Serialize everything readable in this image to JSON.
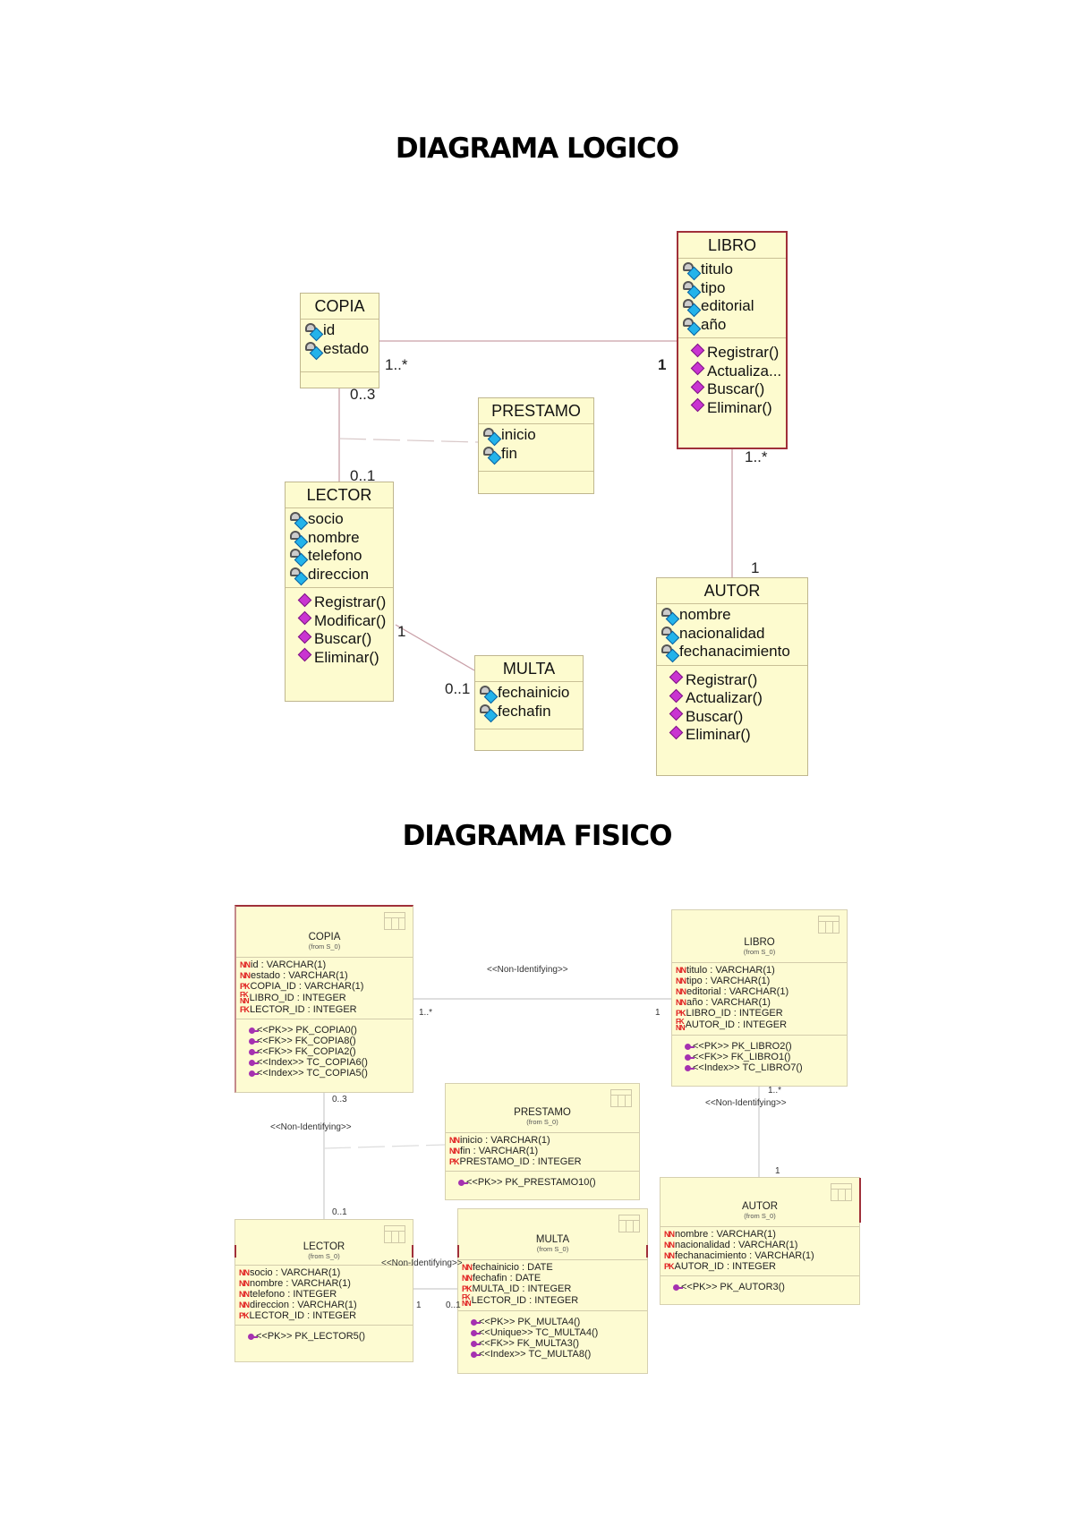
{
  "logical": {
    "title": "DIAGRAMA LOGICO",
    "classes": {
      "copia": {
        "name": "COPIA",
        "attributes": [
          "id",
          "estado"
        ],
        "operations": []
      },
      "libro": {
        "name": "LIBRO",
        "attributes": [
          "titulo",
          "tipo",
          "editorial",
          "año"
        ],
        "operations": [
          "Registrar()",
          "Actualiza...",
          "Buscar()",
          "Eliminar()"
        ]
      },
      "prestamo": {
        "name": "PRESTAMO",
        "attributes": [
          "inicio",
          "fin"
        ],
        "operations": []
      },
      "lector": {
        "name": "LECTOR",
        "attributes": [
          "socio",
          "nombre",
          "telefono",
          "direccion"
        ],
        "operations": [
          "Registrar()",
          "Modificar()",
          "Buscar()",
          "Eliminar()"
        ]
      },
      "multa": {
        "name": "MULTA",
        "attributes": [
          "fechainicio",
          "fechafin"
        ],
        "operations": []
      },
      "autor": {
        "name": "AUTOR",
        "attributes": [
          "nombre",
          "nacionalidad",
          "fechanacimiento"
        ],
        "operations": [
          "Registrar()",
          "Actualizar()",
          "Buscar()",
          "Eliminar()"
        ]
      }
    },
    "multiplicities": {
      "copia_libro_copia": "1..*",
      "copia_libro_libro": "1",
      "copia_lector_copia": "0..3",
      "copia_lector_lector": "0..1",
      "libro_autor_libro": "1..*",
      "libro_autor_autor": "1",
      "lector_multa_lector": "1",
      "lector_multa_multa": "0..1"
    }
  },
  "physical": {
    "title": "DIAGRAMA FISICO",
    "stereotype": "<<Non-Identifying>>",
    "tables": {
      "copia": {
        "name": "COPIA",
        "from": "(from S_0)",
        "columns": [
          {
            "key": "NN",
            "text": "id : VARCHAR(1)"
          },
          {
            "key": "NN",
            "text": "estado : VARCHAR(1)"
          },
          {
            "key": "PK",
            "text": "COPIA_ID : VARCHAR(1)"
          },
          {
            "key": "FK NN",
            "text": "LIBRO_ID : INTEGER"
          },
          {
            "key": "FK",
            "text": "LECTOR_ID : INTEGER"
          }
        ],
        "indexes": [
          "<<PK>> PK_COPIA0()",
          "<<FK>> FK_COPIA8()",
          "<<FK>> FK_COPIA2()",
          "<<Index>> TC_COPIA6()",
          "<<Index>> TC_COPIA5()"
        ]
      },
      "libro": {
        "name": "LIBRO",
        "from": "(from S_0)",
        "columns": [
          {
            "key": "NN",
            "text": "titulo : VARCHAR(1)"
          },
          {
            "key": "NN",
            "text": "tipo : VARCHAR(1)"
          },
          {
            "key": "NN",
            "text": "editorial : VARCHAR(1)"
          },
          {
            "key": "NN",
            "text": "año : VARCHAR(1)"
          },
          {
            "key": "PK",
            "text": "LIBRO_ID : INTEGER"
          },
          {
            "key": "FK NN",
            "text": "AUTOR_ID : INTEGER"
          }
        ],
        "indexes": [
          "<<PK>> PK_LIBRO2()",
          "<<FK>> FK_LIBRO1()",
          "<<Index>> TC_LIBRO7()"
        ]
      },
      "prestamo": {
        "name": "PRESTAMO",
        "from": "(from S_0)",
        "columns": [
          {
            "key": "NN",
            "text": "inicio : VARCHAR(1)"
          },
          {
            "key": "NN",
            "text": "fin : VARCHAR(1)"
          },
          {
            "key": "PK",
            "text": "PRESTAMO_ID : INTEGER"
          }
        ],
        "indexes": [
          "<<PK>> PK_PRESTAMO10()"
        ]
      },
      "autor": {
        "name": "AUTOR",
        "from": "(from S_0)",
        "columns": [
          {
            "key": "NN",
            "text": "nombre : VARCHAR(1)"
          },
          {
            "key": "NN",
            "text": "nacionalidad : VARCHAR(1)"
          },
          {
            "key": "NN",
            "text": "fechanacimiento : VARCHAR(1)"
          },
          {
            "key": "PK",
            "text": "AUTOR_ID : INTEGER"
          }
        ],
        "indexes": [
          "<<PK>> PK_AUTOR3()"
        ]
      },
      "lector": {
        "name": "LECTOR",
        "from": "(from S_0)",
        "columns": [
          {
            "key": "NN",
            "text": "socio : VARCHAR(1)"
          },
          {
            "key": "NN",
            "text": "nombre : VARCHAR(1)"
          },
          {
            "key": "NN",
            "text": "telefono : INTEGER"
          },
          {
            "key": "NN",
            "text": "direccion : VARCHAR(1)"
          },
          {
            "key": "PK",
            "text": "LECTOR_ID : INTEGER"
          }
        ],
        "indexes": [
          "<<PK>> PK_LECTOR5()"
        ]
      },
      "multa": {
        "name": "MULTA",
        "from": "(from S_0)",
        "columns": [
          {
            "key": "NN",
            "text": "fechainicio : DATE"
          },
          {
            "key": "NN",
            "text": "fechafin : DATE"
          },
          {
            "key": "PK",
            "text": "MULTA_ID : INTEGER"
          },
          {
            "key": "FK NN",
            "text": "LECTOR_ID : INTEGER"
          }
        ],
        "indexes": [
          "<<PK>> PK_MULTA4()",
          "<<Unique>> TC_MULTA4()",
          "<<FK>> FK_MULTA3()",
          "<<Index>> TC_MULTA8()"
        ]
      }
    },
    "multiplicities": {
      "copia_libro_copia": "1..*",
      "copia_libro_libro": "1",
      "copia_lector_copia": "0..3",
      "copia_lector_lector": "0..1",
      "libro_autor_libro": "1..*",
      "libro_autor_autor": "1",
      "lector_multa_lector": "1",
      "lector_multa_multa": "0..1"
    }
  },
  "colors": {
    "box_fill": "#fdfbcf",
    "box_border": "#bfb68e",
    "selected_border": "#a0303a",
    "association_line": "#c9a0a8",
    "key_marker": "#e02020",
    "operation_icon": "#c934d1"
  }
}
